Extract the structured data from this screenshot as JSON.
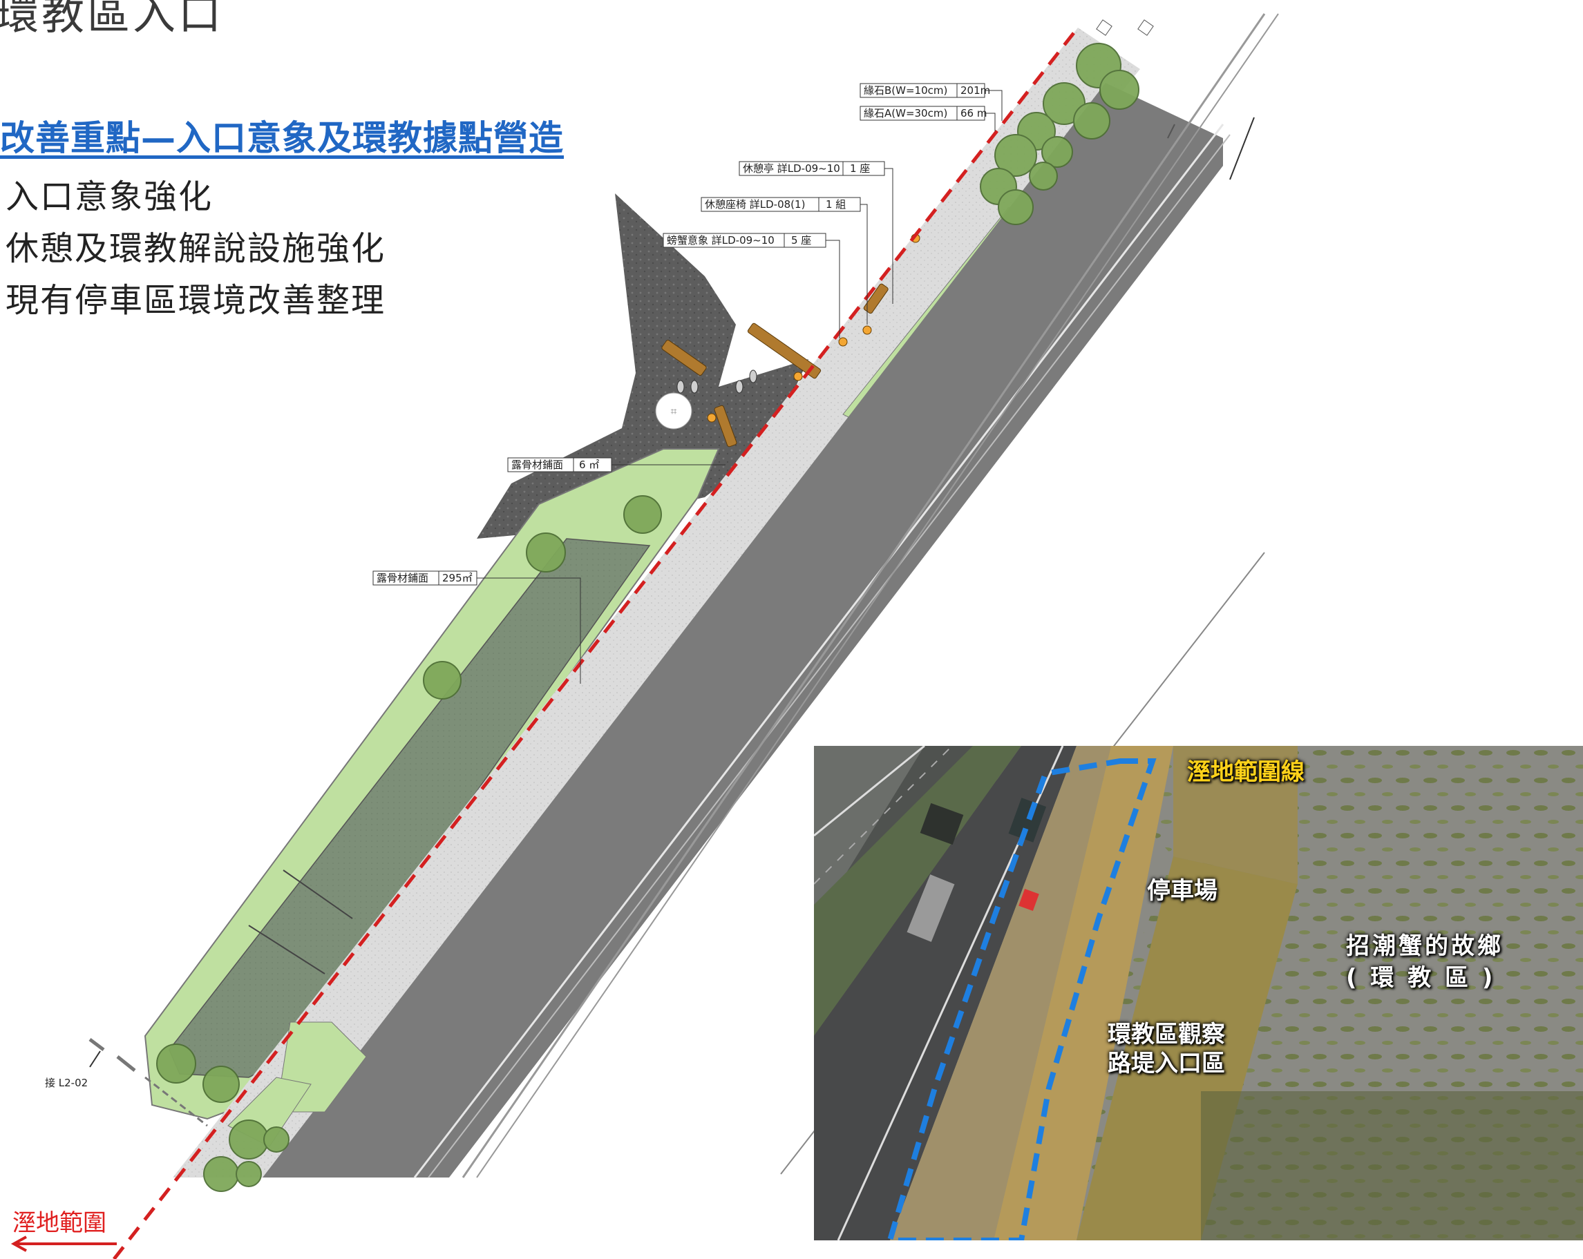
{
  "page_title": "環教區入口",
  "heading": "改善重點—入口意象及環教據點營造",
  "bullets": [
    "入口意象強化",
    "休憩及環教解說設施強化",
    "現有停車區環境改善整理"
  ],
  "plan_callouts": {
    "curb_b": "緣石B(W=10cm)",
    "curb_b_qty": "201m",
    "curb_a": "緣石A(W=30cm)",
    "curb_a_qty": "66 m",
    "pavilion": "休憩亭 詳LD-09~10",
    "pavilion_qty": "1  座",
    "bench": "休憩座椅 詳LD-08(1)",
    "bench_qty": "1  組",
    "sculpture": "螃蟹意象 詳LD-09~10",
    "sculpture_qty": "5  座",
    "aggregate_small": "露骨材鋪面",
    "aggregate_small_qty": "6  ㎡",
    "aggregate_large": "露骨材鋪面",
    "aggregate_large_qty": "295㎡",
    "ref": "接 L2-02"
  },
  "legend": {
    "wetland_boundary": "溼地範圍"
  },
  "photo_labels": {
    "wetland_line": "溼地範圍線",
    "parking": "停車場",
    "habitat_line1": "招潮蟹的故鄉",
    "habitat_line2": "( 環 教 區 )",
    "entrance_line1": "環教區觀察",
    "entrance_line2": "路堤入口區"
  },
  "colors": {
    "heading": "#2067c4",
    "boundary_red": "#d42020",
    "boundary_blue": "#1e7fe0",
    "lawn_green": "#bfe0a0",
    "paving_gray": "#dcdcdc",
    "road_gray": "#7b7b7b",
    "gravel": "#5d5d5d"
  }
}
